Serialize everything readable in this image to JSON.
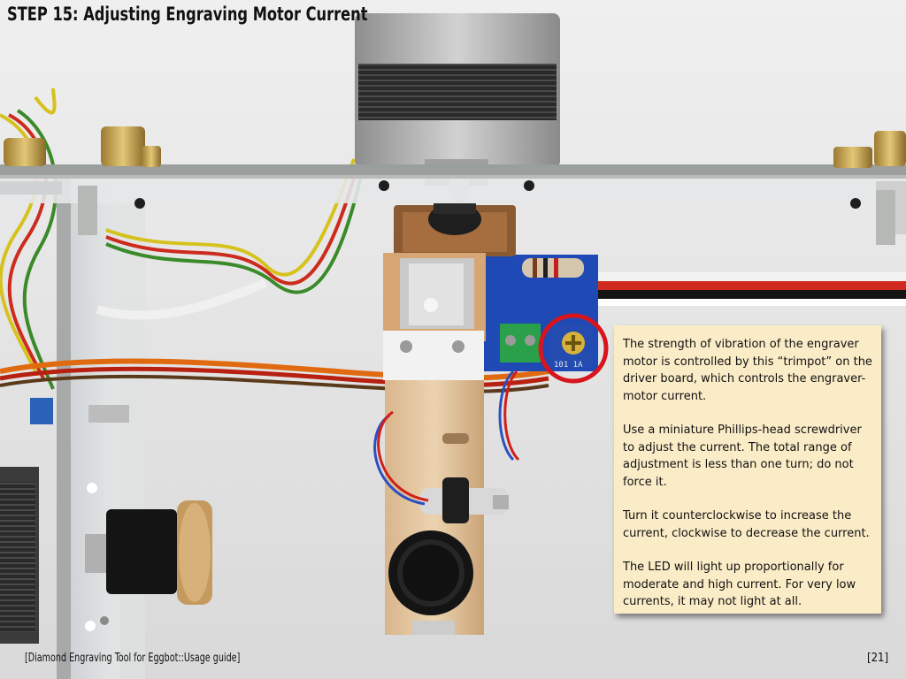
{
  "title": "STEP 15: Adjusting Engraving Motor Current",
  "callout": {
    "paragraphs": [
      "The strength of vibration of the engraver motor is controlled by this “trimpot” on the driver board, which controls the engraver-motor current.",
      "Use a miniature Phillips-head screwdriver to adjust the current.  The total range of adjustment is less than one turn; do not force it.",
      "Turn it counterclockwise to increase the current, clockwise to decrease the current.",
      "The LED will light up proportionally for moderate and high current.  For very low currents, it may not light at all."
    ]
  },
  "trimpot_label": "101 1A",
  "footer": {
    "guide": "[Diamond Engraving Tool for Eggbot::Usage guide]",
    "page": "[21]"
  },
  "colors": {
    "callout_bg": "#fbecc8",
    "highlight_circle": "#d8141c",
    "board": "#1f49b5"
  }
}
